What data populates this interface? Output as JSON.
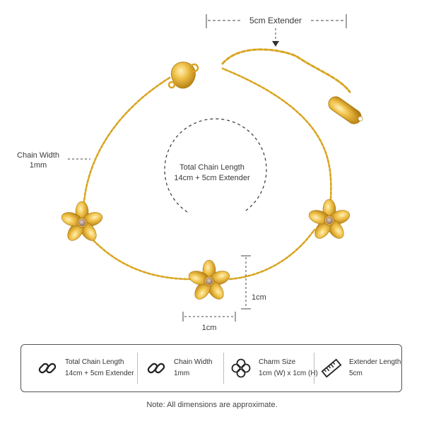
{
  "extender_label": "5cm Extender",
  "chain_width_label": {
    "line1": "Chain Width",
    "line2": "1mm"
  },
  "total_length": {
    "line1": "Total Chain Length",
    "line2": "14cm + 5cm Extender"
  },
  "charm_width_label": "1cm",
  "charm_height_label": "1cm",
  "specs": [
    {
      "icon": "chain-link-icon",
      "title": "Total Chain Length",
      "value": "14cm + 5cm Extender"
    },
    {
      "icon": "chain-link-icon",
      "title": "Chain Width",
      "value": "1mm"
    },
    {
      "icon": "clover-outline-icon",
      "title": "Charm Size",
      "value": "1cm (W) x 1cm (H)"
    },
    {
      "icon": "ruler-icon",
      "title": "Extender Length",
      "value": "5cm"
    }
  ],
  "note": "Note: All dimensions are approximate.",
  "colors": {
    "gold": "#d9a521",
    "gold_dark": "#a8760c",
    "gold_light": "#f6d47a",
    "stone": "#b9968a",
    "text": "#333333"
  }
}
